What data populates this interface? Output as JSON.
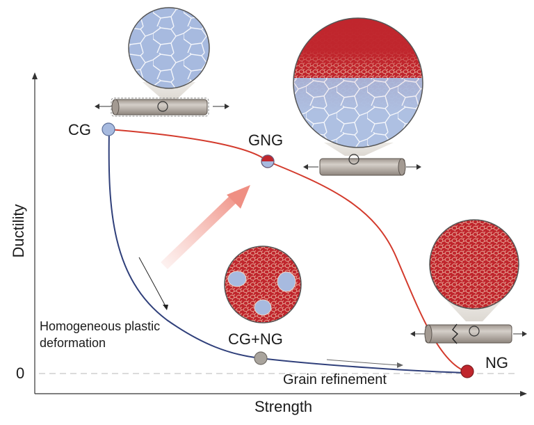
{
  "axes": {
    "x_label": "Strength",
    "y_label": "Ductility",
    "y_zero_label": "0"
  },
  "points": {
    "cg": "CG",
    "gng": "GNG",
    "cgng": "CG+NG",
    "ng": "NG"
  },
  "annotations": {
    "homogeneous": "Homogeneous plastic deformation",
    "refinement": "Grain refinement"
  },
  "colors": {
    "coarse_grain": "#a7badf",
    "nano_grain": "#c0262d",
    "gng_curve": "#d33a2c",
    "cgng_curve": "#2f3f7a",
    "rod": "#b8b1aa",
    "highlight_arrow": "#f3a59b"
  }
}
